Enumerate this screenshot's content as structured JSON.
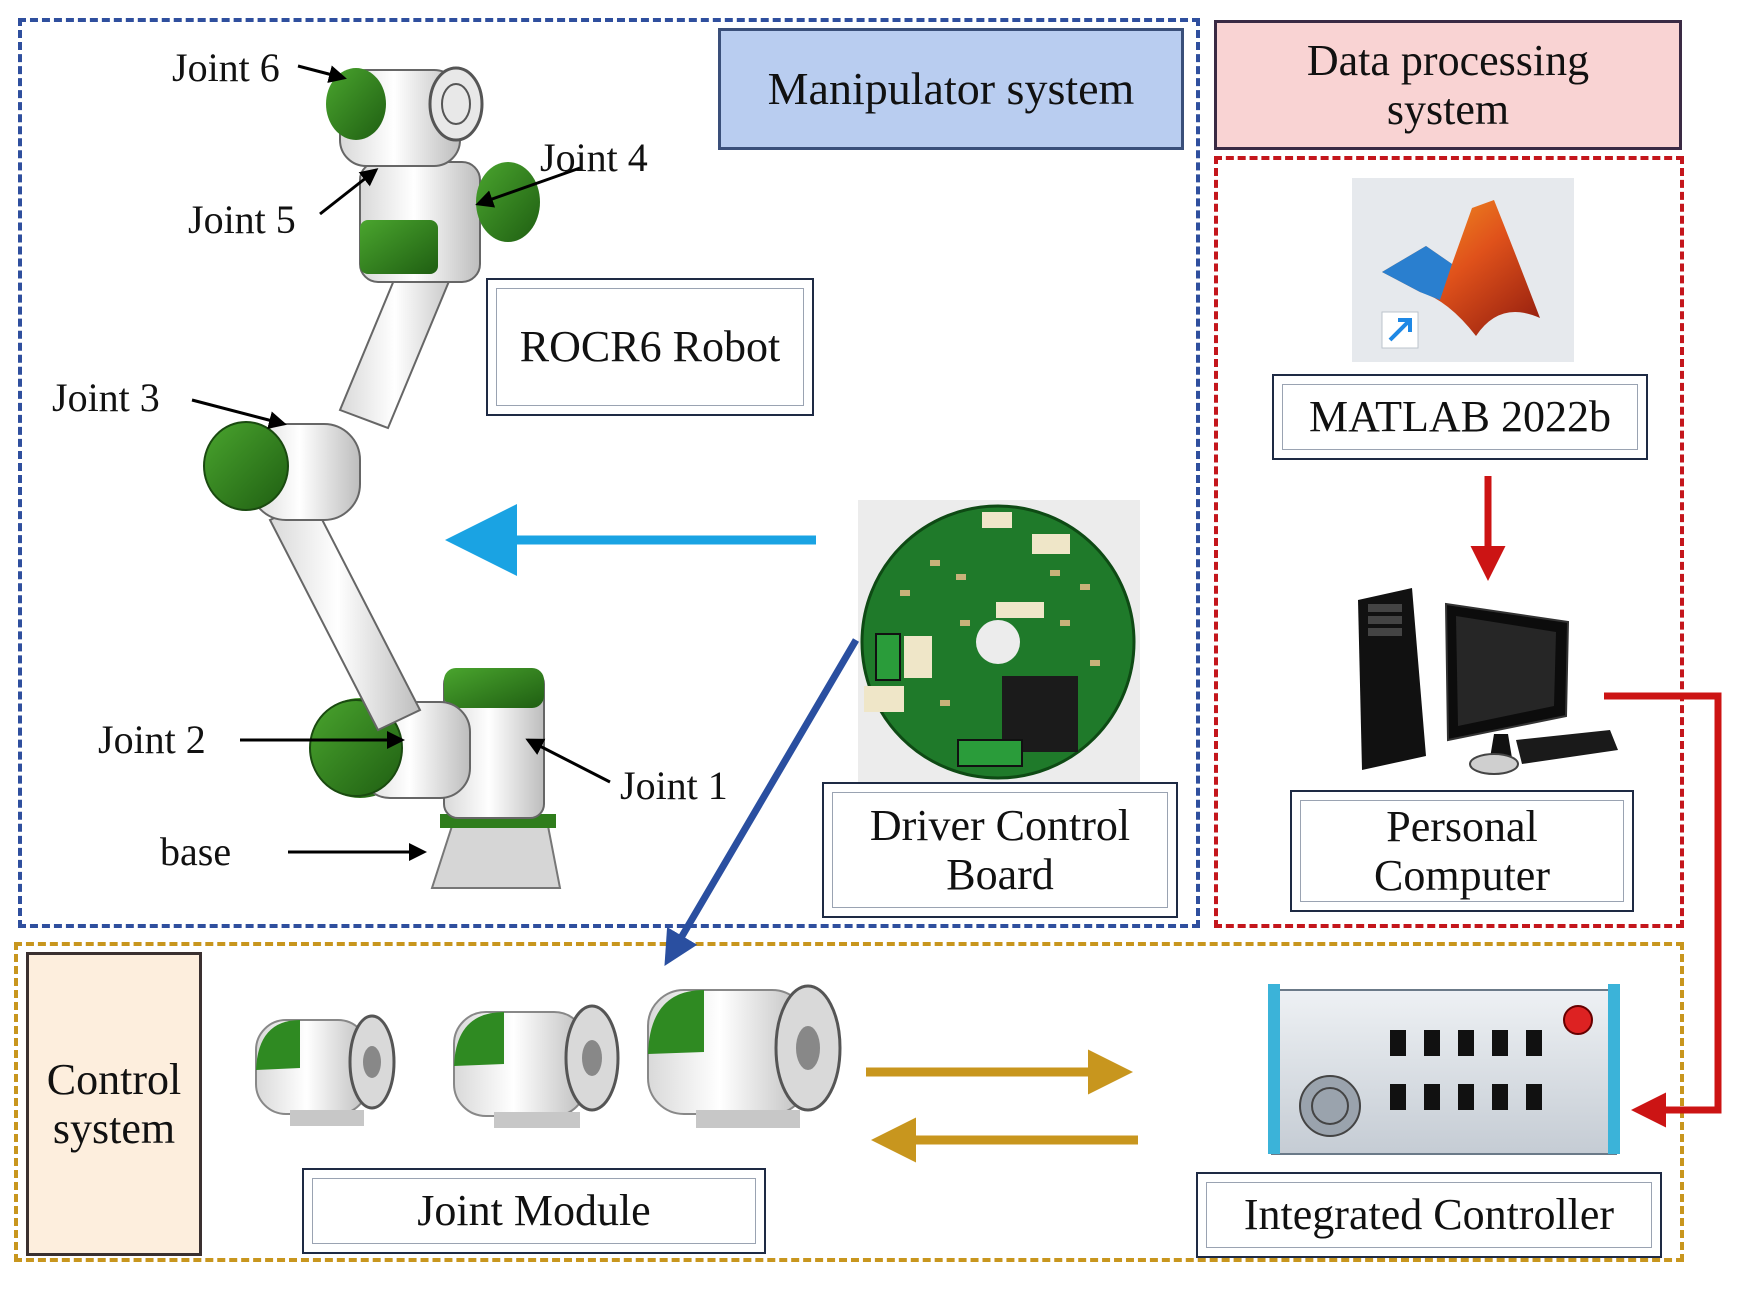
{
  "systems": {
    "manipulator": "Manipulator system",
    "data_processing": "Data processing system",
    "control": "Control system"
  },
  "labels": {
    "robot": "ROCR6 Robot",
    "matlab": "MATLAB 2022b",
    "pc": "Personal Computer",
    "driver_board": "Driver Control Board",
    "joint_module": "Joint Module",
    "integrated_controller": "Integrated Controller"
  },
  "joints": {
    "j1": "Joint 1",
    "j2": "Joint 2",
    "j3": "Joint 3",
    "j4": "Joint 4",
    "j5": "Joint 5",
    "j6": "Joint 6",
    "base": "base"
  },
  "colors": {
    "manipulator_border": "#2f4f9e",
    "data_border": "#c4161c",
    "control_border": "#c8961e",
    "manipulator_fill": "#b9cdf0",
    "data_fill": "#f9d3d3",
    "control_fill": "#fdeedd",
    "arrow_cyan": "#1aa3e3",
    "arrow_blue": "#2a4fa0",
    "arrow_red": "#cc1414",
    "arrow_gold": "#c8961e",
    "robot_green": "#2f7d1c"
  }
}
